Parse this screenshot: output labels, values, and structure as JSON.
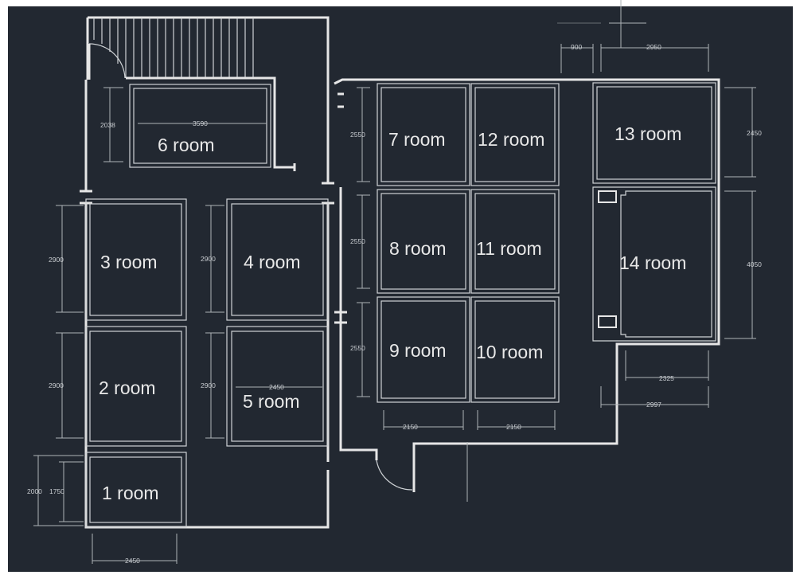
{
  "rooms": {
    "r1": "1 room",
    "r2": "2 room",
    "r3": "3 room",
    "r4": "4 room",
    "r5": "5 room",
    "r6": "6 room",
    "r7": "7 room",
    "r8": "8 room",
    "r9": "9 room",
    "r10": "10 room",
    "r11": "11 room",
    "r12": "12 room",
    "r13": "13 room",
    "r14": "14 room"
  },
  "dimensions": {
    "d900": "900",
    "d2950": "2950",
    "d2450_r13": "2450",
    "d4050": "4050",
    "d2038": "2038",
    "d3590": "3590",
    "d2550_7": "2550",
    "d2550_8": "2550",
    "d2550_9": "2550",
    "d2900_3": "2900",
    "d2900_4": "2900",
    "d2900_2": "2900",
    "d2900_5": "2900",
    "d2450_5": "2450",
    "d2000": "2000",
    "d1750": "1750",
    "d2450_1": "2450",
    "d2150_a": "2150",
    "d2150_b": "2150",
    "d2325": "2325",
    "d2997": "2997"
  },
  "colors": {
    "background": "#222831",
    "wall": "#e6e6e6",
    "text": "#e8e8e8"
  }
}
